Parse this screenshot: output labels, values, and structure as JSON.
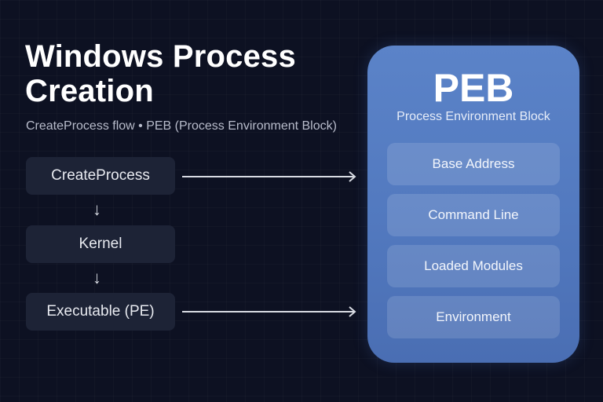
{
  "header": {
    "title": "Windows Process Creation",
    "subtitle": "CreateProcess flow • PEB (Process Environment Block)"
  },
  "flow": {
    "steps": [
      {
        "label": "CreateProcess",
        "links_to_peb": true
      },
      {
        "label": "Kernel",
        "links_to_peb": false
      },
      {
        "label": "Executable (PE)",
        "links_to_peb": true
      }
    ],
    "down_arrow_glyph": "↓"
  },
  "peb": {
    "title": "PEB",
    "subtitle": "Process Environment Block",
    "fields": [
      "Base Address",
      "Command Line",
      "Loaded Modules",
      "Environment"
    ]
  },
  "colors": {
    "background": "#0d1122",
    "flow_box": "#1d2336",
    "peb_card": "#5279bf",
    "arrow": "#d8dbe3"
  }
}
